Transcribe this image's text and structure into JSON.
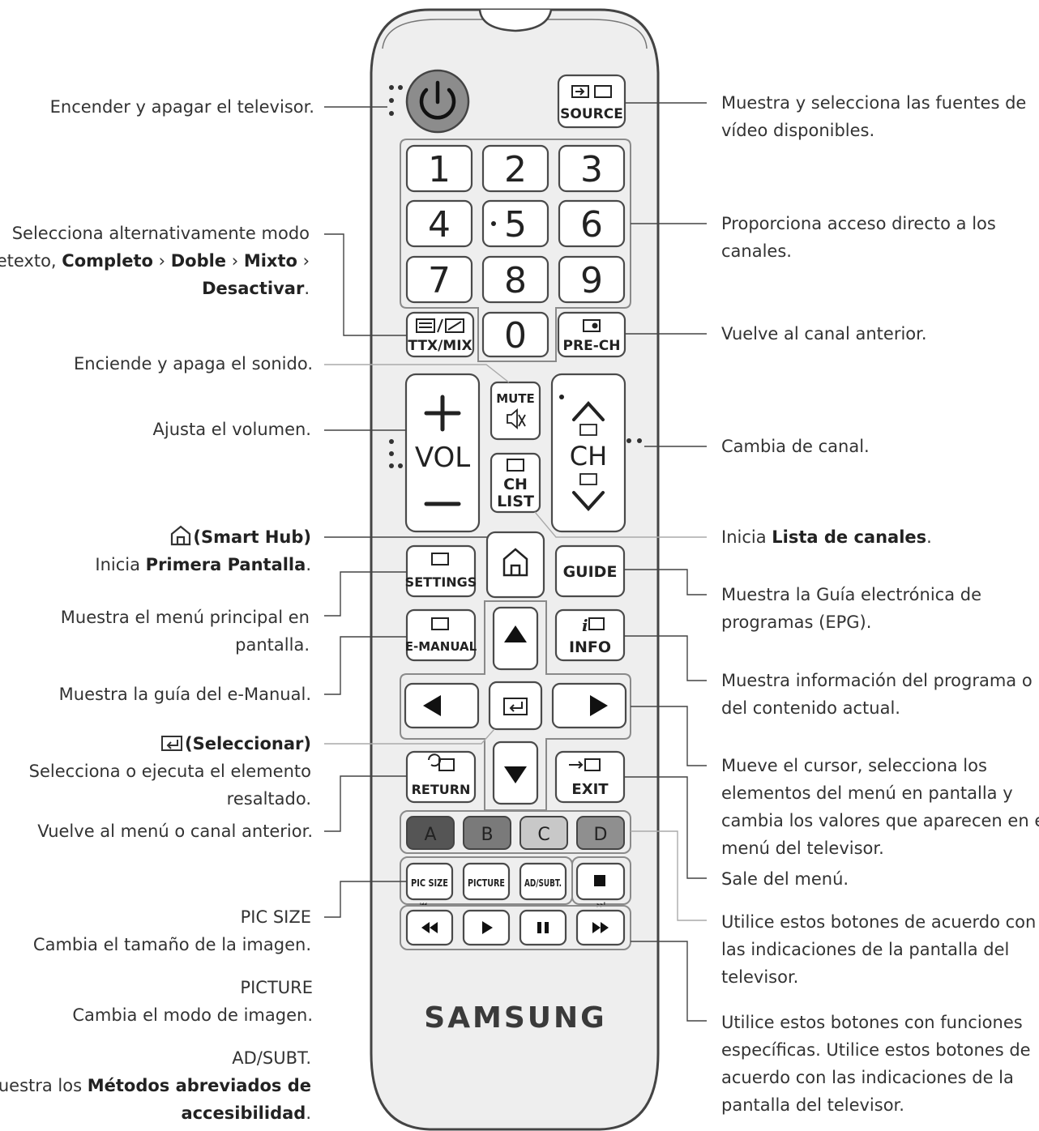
{
  "remote": {
    "brand": "SAMSUNG",
    "numbers": [
      "1",
      "2",
      "3",
      "4",
      "5",
      "6",
      "7",
      "8",
      "9",
      "0"
    ],
    "buttons": {
      "source": "SOURCE",
      "ttx": "TTX/MIX",
      "prech": "PRE-CH",
      "mute": "MUTE",
      "vol": "VOL",
      "ch": "CH",
      "chlist_1": "CH",
      "chlist_2": "LIST",
      "settings": "SETTINGS",
      "guide": "GUIDE",
      "emanual": "E-MANUAL",
      "info": "INFO",
      "return": "RETURN",
      "exit": "EXIT",
      "color_a": "A",
      "color_b": "B",
      "color_c": "C",
      "color_d": "D",
      "picsize": "PIC SIZE",
      "picture": "PICTURE",
      "adsubt": "AD/SUBT."
    },
    "colors": {
      "power": "#8c8c8c",
      "body": "#eeeeee",
      "color_a": "#555555",
      "color_b": "#7a7a7a",
      "color_c": "#c8c8c8",
      "color_d": "#8f8f8f"
    }
  },
  "labels_left": {
    "power": "Encender y apagar el televisor.",
    "ttx_1": "Selecciona alternativamente modo",
    "ttx_2a": "Teletexto, ",
    "ttx_2b": "Completo",
    "ttx_2c": " › ",
    "ttx_2d": "Doble",
    "ttx_2e": " › ",
    "ttx_2f": "Mixto",
    "ttx_2g": " ›",
    "ttx_3": "Desactivar",
    "ttx_3_end": ".",
    "mute": "Enciende y apaga el sonido.",
    "vol": "Ajusta el volumen.",
    "smarthub_1": "(Smart Hub)",
    "smarthub_2a": "Inicia ",
    "smarthub_2b": "Primera Pantalla",
    "smarthub_2c": ".",
    "settings_1": "Muestra el menú principal en",
    "settings_2": "pantalla.",
    "emanual": "Muestra la guía del e-Manual.",
    "select_1": "(Seleccionar)",
    "select_2": "Selecciona o ejecuta el elemento",
    "select_3": "resaltado.",
    "return": "Vuelve al menú o canal anterior.",
    "picsize_title": "PIC SIZE",
    "picsize_desc": "Cambia el tamaño de la imagen.",
    "picture_title": "PICTURE",
    "picture_desc": "Cambia el modo de imagen.",
    "adsubt_title": "AD/SUBT.",
    "adsubt_desc_a": "Muestra los ",
    "adsubt_desc_b": "Métodos abreviados de",
    "adsubt_desc_c": "accesibilidad",
    "adsubt_desc_d": "."
  },
  "labels_right": {
    "source_1": "Muestra y selecciona las fuentes de",
    "source_2": "vídeo disponibles.",
    "numbers_1": "Proporciona acceso directo a los",
    "numbers_2": "canales.",
    "prech": "Vuelve al canal anterior.",
    "ch": "Cambia de canal.",
    "chlist_a": "Inicia ",
    "chlist_b": "Lista de canales",
    "chlist_c": ".",
    "guide_1": "Muestra la Guía electrónica de",
    "guide_2": "programas (EPG).",
    "info_1": "Muestra información del programa o",
    "info_2": "del contenido actual.",
    "dpad_1": "Mueve el cursor, selecciona los",
    "dpad_2": "elementos del menú en pantalla y",
    "dpad_3": "cambia los valores que aparecen en el",
    "dpad_4": "menú del televisor.",
    "exit": "Sale del menú.",
    "color_1": "Utilice estos botones de acuerdo con",
    "color_2": "las indicaciones de la pantalla del",
    "color_3": "televisor.",
    "media_1": "Utilice estos botones con funciones",
    "media_2": "específicas. Utilice estos botones de",
    "media_3": "acuerdo con las indicaciones de la",
    "media_4": "pantalla del televisor."
  }
}
